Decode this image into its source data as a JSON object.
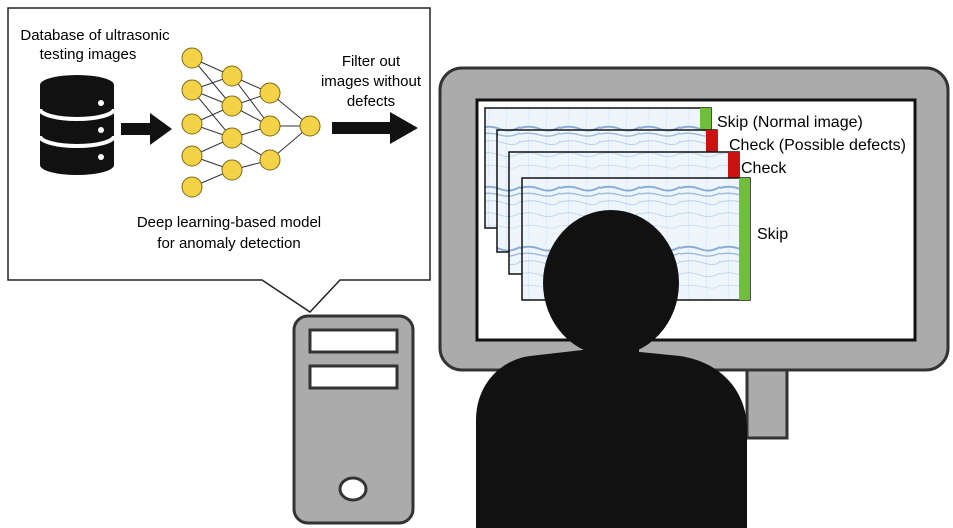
{
  "callout": {
    "database_label_line1": "Database of ultrasonic",
    "database_label_line2": "testing images",
    "filter_label_line1": "Filter out",
    "filter_label_line2": "images without",
    "filter_label_line3": "defects",
    "model_label_line1": "Deep learning-based model",
    "model_label_line2": "for anomaly detection"
  },
  "screen_images": [
    {
      "label": "Skip (Normal image)",
      "status": "skip",
      "color": "#6fbf3a"
    },
    {
      "label": "Check (Possible defects)",
      "status": "check",
      "color": "#cc1111"
    },
    {
      "label": "Check",
      "status": "check",
      "color": "#cc1111"
    },
    {
      "label": "Skip",
      "status": "skip",
      "color": "#6fbf3a"
    }
  ],
  "colors": {
    "node_fill": "#f5d349",
    "node_stroke": "#7a6a10",
    "device_fill": "#ababab",
    "device_stroke": "#333333",
    "ultrasound_bg": "#eef6fc",
    "ultrasound_band": "#3a6fb0"
  }
}
